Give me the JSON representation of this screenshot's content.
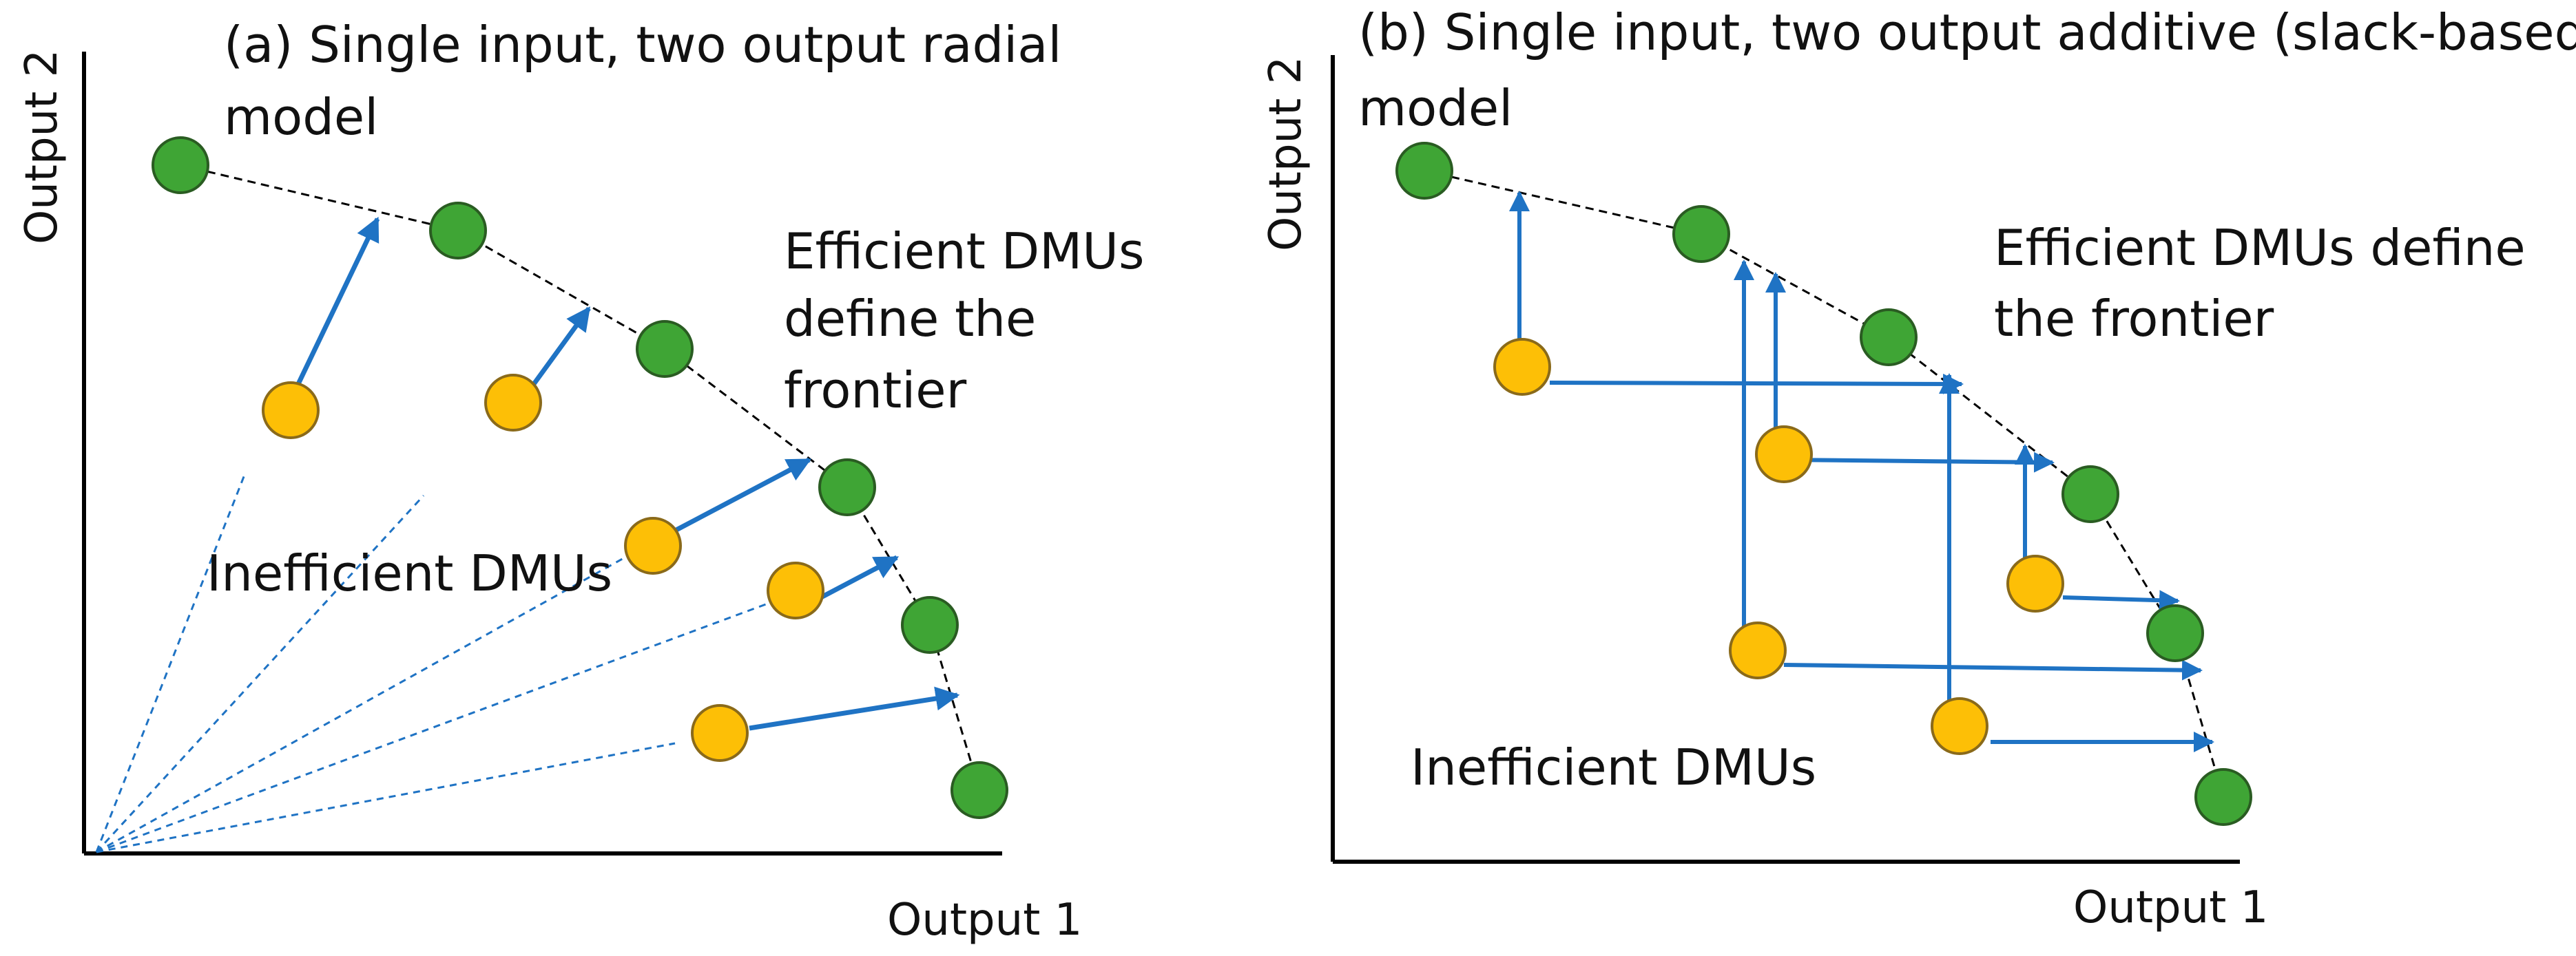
{
  "panel_a": {
    "title_line1": "(a) Single input, two output radial",
    "title_line2": "model",
    "x_axis_label": "Output 1",
    "y_axis_label": "Output 2",
    "efficient_label_lines": [
      "Efficient DMUs",
      "define the",
      "frontier"
    ],
    "inefficient_label": "Inefficient DMUs"
  },
  "panel_b": {
    "title_line1": "(b) Single input, two output additive (slack-based)",
    "title_line2": "model",
    "x_axis_label": "Output 1",
    "y_axis_label": "Output 2",
    "efficient_label_lines": [
      "Efficient DMUs define",
      "the frontier"
    ],
    "inefficient_label": "Inefficient DMUs"
  },
  "colors": {
    "efficient_dmu": "#3fa535",
    "inefficient_dmu": "#fdbf06",
    "arrow": "#1f73c4",
    "frontier": "#000000",
    "axis": "#000000"
  }
}
